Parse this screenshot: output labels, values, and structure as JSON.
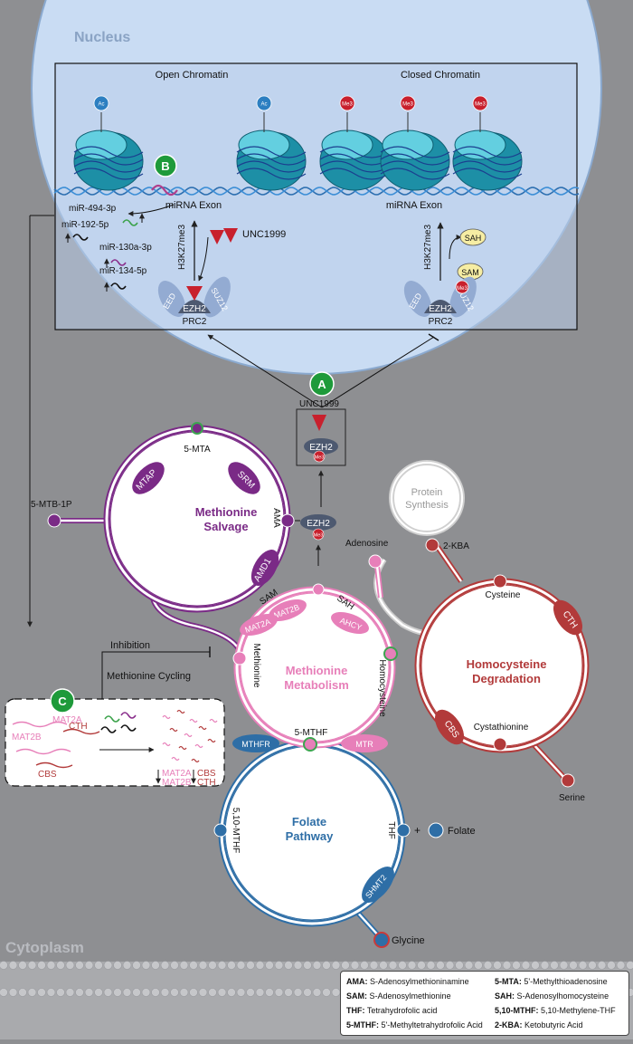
{
  "regions": {
    "nucleus": "Nucleus",
    "cytoplasm": "Cytoplasm"
  },
  "chromatin": {
    "open": "Open Chromatin",
    "closed": "Closed Chromatin",
    "mirna_exon": "miRNA Exon",
    "h3k27me3": "H3K27me3",
    "ac": "Ac",
    "me3": "Me3"
  },
  "mirnas": [
    "miR-494-3p",
    "miR-192-5p",
    "miR-130a-3p",
    "miR-134-5p"
  ],
  "drug": "UNC1999",
  "prc2": {
    "complex": "PRC2",
    "ezh2": "EZH2",
    "eed": "EED",
    "suz12": "SUZ12",
    "sah": "SAH",
    "sam": "SAM"
  },
  "markers": {
    "a": "A",
    "b": "B",
    "c": "C"
  },
  "salvage": {
    "title_line1": "Methionine",
    "title_line2": "Salvage",
    "mtap": "MTAP",
    "srm": "SRM",
    "amd1": "AMD1",
    "mta": "5-MTA",
    "ama": "AMA",
    "mtb1p": "5-MTB-1P"
  },
  "metabolism": {
    "title_line1": "Methionine",
    "title_line2": "Metabolism",
    "sam": "SAM",
    "sah": "SAH",
    "mat2a": "MAT2A",
    "mat2b": "MAT2B",
    "ahcy": "AHCY",
    "methionine": "Methionine",
    "homocysteine": "Homocysteine",
    "mthf5": "5-MTHF",
    "mthfr": "MTHFR",
    "mtr": "MTR",
    "adenosine": "Adenosine"
  },
  "protein_synthesis": {
    "line1": "Protein",
    "line2": "Synthesis"
  },
  "degradation": {
    "title_line1": "Homocysteine",
    "title_line2": "Degradation",
    "cysteine": "Cysteine",
    "cystathionine": "Cystathionine",
    "serine": "Serine",
    "kba": "2-KBA",
    "cth": "CTH",
    "cbs": "CBS"
  },
  "folate": {
    "title_line1": "Folate",
    "title_line2": "Pathway",
    "thf": "THF",
    "mthf510": "5,10-MTHF",
    "shmt2": "SHMT2",
    "folate": "Folate",
    "plus": "+",
    "glycine": "Glycine"
  },
  "inhibition": {
    "inhibition": "Inhibition",
    "cycling": "Methionine Cycling"
  },
  "panel_c": {
    "mat2a": "MAT2A",
    "mat2b": "MAT2B",
    "cth": "CTH",
    "cbs": "CBS"
  },
  "legend": [
    {
      "abbr": "AMA:",
      "full": "S-Adenosylmethioninamine"
    },
    {
      "abbr": "5-MTA:",
      "full": "5'-Methylthioadenosine"
    },
    {
      "abbr": "SAM:",
      "full": "S-Adenosylmethionine"
    },
    {
      "abbr": "SAH:",
      "full": "S-Adenosylhomocysteine"
    },
    {
      "abbr": "THF:",
      "full": "Tetrahydrofolic acid"
    },
    {
      "abbr": "5,10-MTHF:",
      "full": "5,10-Methylene-THF"
    },
    {
      "abbr": "5-MTHF:",
      "full": "5'-Methyltetrahydrofolic Acid"
    },
    {
      "abbr": "2-KBA:",
      "full": "Ketobutyric Acid"
    }
  ],
  "colors": {
    "salvage": "#7a2a86",
    "metabolism": "#e77fb9",
    "degradation": "#b23a3a",
    "folate": "#2e6ea6",
    "nucleus": "#c9dcf3",
    "background": "#8e8f92"
  }
}
